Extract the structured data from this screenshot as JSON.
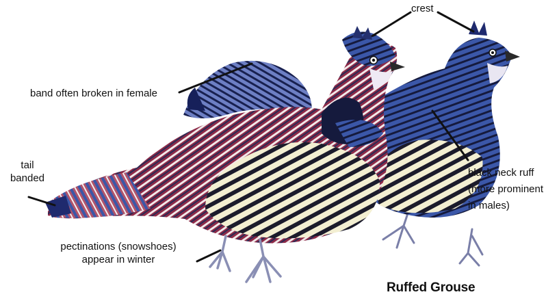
{
  "labels": {
    "crest": "crest",
    "band": "band often broken in female",
    "tail": [
      "tail",
      "banded"
    ],
    "ruff": [
      "black neck ruff",
      "(more prominent",
      "in males)"
    ],
    "pectinations": [
      "pectinations (snowshoes)",
      "appear in winter"
    ]
  },
  "title": "Ruffed Grouse",
  "colors": {
    "navy": "#1f2a6e",
    "blue": "#3b57a8",
    "maroon": "#8c2a48",
    "cream": "#f3efd2",
    "black": "#141414"
  }
}
